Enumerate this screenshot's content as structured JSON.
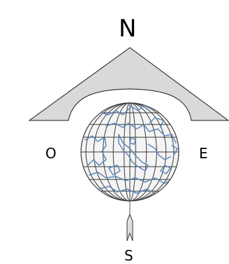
{
  "compass": {
    "north": "N",
    "west": "O",
    "east": "E",
    "south": "S"
  },
  "colors": {
    "roof_fill": "#d9d9d9",
    "outline": "#1a1a1a",
    "globe_grid": "#3a3a3a",
    "globe_fill": "#f4f4f4",
    "coastline": "#5b87be",
    "needle_fill": "#e0e0e0",
    "text": "#000000"
  },
  "icons": [
    "roof-shape-icon",
    "globe-icon",
    "compass-needle-icon"
  ]
}
